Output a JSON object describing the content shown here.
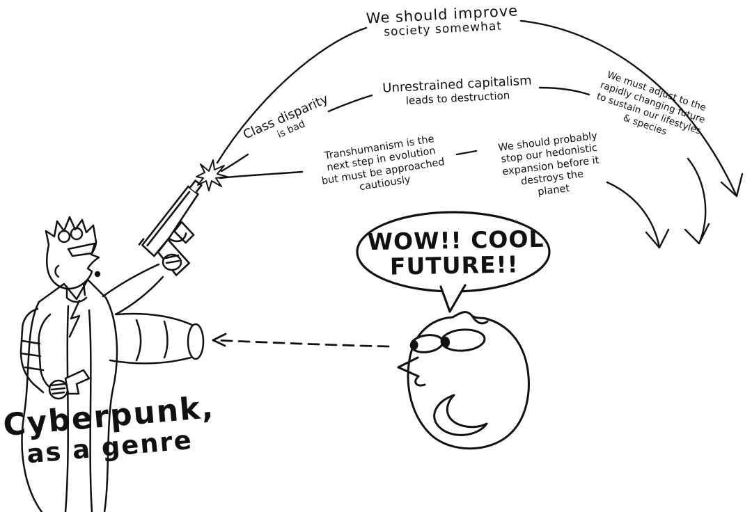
{
  "title": "Cyberpunk, as a genre",
  "colors": {
    "ink": "#111111",
    "background": "#ffffff"
  },
  "caption": {
    "lines": [
      "Cyberpunk,",
      "as a genre"
    ]
  },
  "speech_bubble": {
    "speaker": "audience-blob",
    "lines": [
      "WOW!! COOL",
      "FUTURE!!"
    ]
  },
  "themes": {
    "improve_society": {
      "lines": [
        "We should improve",
        "society somewhat"
      ]
    },
    "class_disparity": {
      "lines": [
        "Class disparity",
        "is bad"
      ]
    },
    "unrestrained_capitalism": {
      "lines": [
        "Unrestrained capitalism",
        "leads to destruction"
      ]
    },
    "adjust_to_future": {
      "lines": [
        "We must adjust to the",
        "rapidly changing future",
        "to sustain our lifestyles",
        "& species"
      ]
    },
    "transhumanism": {
      "lines": [
        "Transhumanism is the",
        "next step in evolution",
        "but must be approached",
        "cautiously"
      ]
    },
    "hedonistic_expansion": {
      "lines": [
        "We should probably",
        "stop our hedonistic",
        "expansion before it",
        "destroys the",
        "planet"
      ]
    }
  }
}
